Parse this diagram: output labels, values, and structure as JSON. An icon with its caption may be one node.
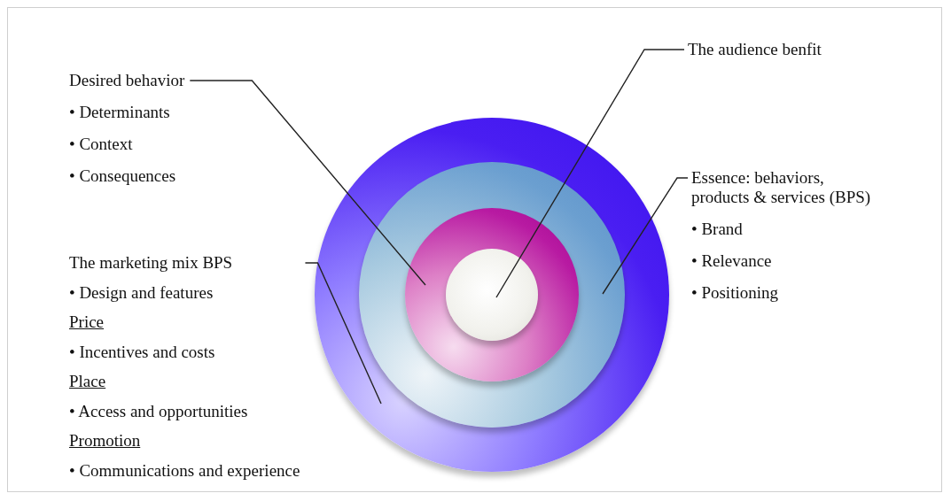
{
  "diagram": {
    "nodes": [
      {
        "text": [
          "Desired behavior",
          "• Determinants",
          "• Context",
          "• Consequences"
        ]
      },
      {
        "text": [
          "The audience benfit"
        ]
      },
      {
        "text": [
          "Essence: behaviors, products & services (BPS)",
          "• Brand",
          "• Relevance",
          "• Positioning"
        ]
      },
      {
        "text": [
          "The marketing mix BPS",
          "• Design and features",
          "Price",
          "• Incentives and costs",
          "Place",
          "• Access and opportunities",
          "Promotion",
          "• Communications and experience"
        ]
      },
      {
        "text": [],
        "shape": "circle"
      },
      {
        "text": [],
        "shape": "circle",
        "in": 4
      },
      {
        "text": [],
        "shape": "circle",
        "in": 5
      },
      {
        "text": [],
        "shape": "circle",
        "in": 6
      }
    ],
    "edges": [
      {
        "from": 0,
        "to": 6,
        "arrow": "none"
      },
      {
        "from": 1,
        "to": 7,
        "arrow": "none"
      },
      {
        "from": 2,
        "to": 5,
        "arrow": "none"
      },
      {
        "from": 3,
        "to": 4,
        "arrow": "none"
      }
    ]
  }
}
